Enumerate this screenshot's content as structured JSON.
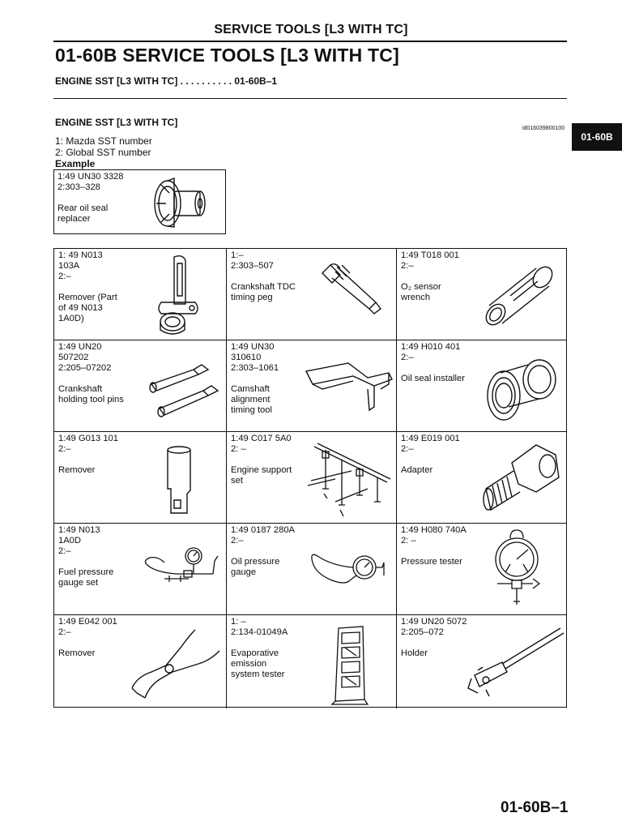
{
  "header": {
    "title": "SERVICE TOOLS [L3 WITH TC]"
  },
  "section": {
    "title": "01-60B  SERVICE TOOLS [L3 WITH TC]",
    "toc_entry": "ENGINE SST [L3 WITH TC] . . . . . . . . . . 01-60B–1"
  },
  "side_tab": "01-60B",
  "sub_heading": "ENGINE SST [L3 WITH TC]",
  "doc_id": "id016039800100",
  "legend": {
    "line1": "1: Mazda SST number",
    "line2": "2: Global SST number",
    "example_label": "Example"
  },
  "example": {
    "lines": [
      "1:49 UN30 3328",
      "2:303–328",
      "",
      "Rear oil seal",
      "replacer"
    ],
    "icon": "rear-oil-seal-replacer-icon"
  },
  "tools": [
    {
      "lines": [
        "1: 49 N013",
        "103A",
        "2:–",
        "",
        "Remover (Part",
        "of 49 N013",
        "1A0D)"
      ],
      "icon": "remover-tool-icon"
    },
    {
      "lines": [
        "1:–",
        "2:303–507",
        "",
        "Crankshaft TDC",
        "timing peg"
      ],
      "icon": "timing-peg-icon"
    },
    {
      "lines": [
        "1:49 T018 001",
        "2:–",
        "",
        "O₂ sensor",
        "wrench"
      ],
      "icon": "o2-sensor-wrench-icon"
    },
    {
      "lines": [
        "1:49 UN20",
        "507202",
        "2:205–07202",
        "",
        "Crankshaft",
        "holding tool pins"
      ],
      "icon": "holding-pins-icon"
    },
    {
      "lines": [
        "1:49 UN30",
        "310610",
        "2:303–1061",
        "",
        "Camshaft",
        "alignment",
        "timing tool"
      ],
      "icon": "camshaft-alignment-tool-icon"
    },
    {
      "lines": [
        "1:49 H010 401",
        "2:–",
        "",
        "Oil seal installer"
      ],
      "icon": "oil-seal-installer-icon"
    },
    {
      "lines": [
        "1:49 G013 101",
        "2:–",
        "",
        "Remover"
      ],
      "icon": "remover-sleeve-icon"
    },
    {
      "lines": [
        "1:49 C017 5A0",
        "2: –",
        "",
        "Engine support",
        "set"
      ],
      "icon": "engine-support-set-icon"
    },
    {
      "lines": [
        "1:49 E019 001",
        "2:–",
        "",
        "Adapter"
      ],
      "icon": "adapter-icon"
    },
    {
      "lines": [
        "1:49 N013",
        "1A0D",
        "2:–",
        "",
        "Fuel pressure",
        "gauge set"
      ],
      "icon": "fuel-pressure-gauge-icon"
    },
    {
      "lines": [
        "1:49 0187 280A",
        "2:–",
        "",
        "Oil pressure",
        "gauge"
      ],
      "icon": "oil-pressure-gauge-icon"
    },
    {
      "lines": [
        "1:49 H080 740A",
        "2: –",
        "",
        "Pressure tester"
      ],
      "icon": "pressure-tester-icon"
    },
    {
      "lines": [
        "1:49 E042 001",
        "2:–",
        "",
        "Remover"
      ],
      "icon": "pliers-remover-icon"
    },
    {
      "lines": [
        "1: –",
        "2:134-01049A",
        "",
        "Evaporative",
        "emission",
        "system tester"
      ],
      "icon": "evap-system-tester-icon"
    },
    {
      "lines": [
        "1:49 UN20 5072",
        "2:205–072",
        "",
        "Holder"
      ],
      "icon": "holder-tool-icon"
    }
  ],
  "page_number": "01-60B–1"
}
